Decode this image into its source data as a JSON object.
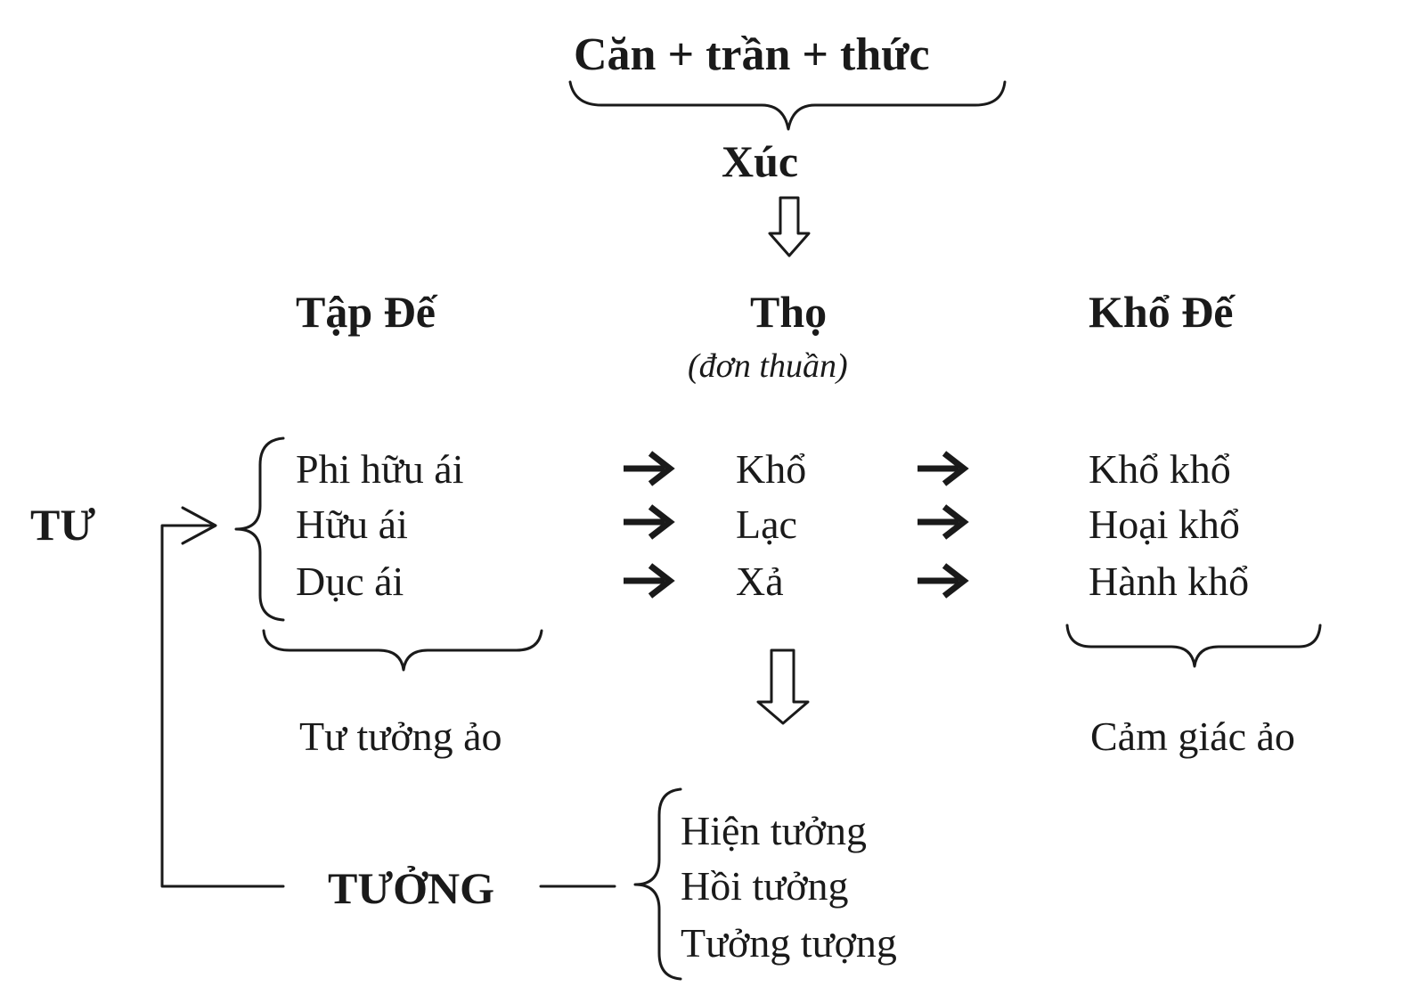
{
  "top": {
    "formula": "Căn + trần + thức",
    "contact": "Xúc"
  },
  "headers": {
    "left": "Tập Đế",
    "center": "Thọ",
    "center_note": "(đơn thuần)",
    "right": "Khổ Đế"
  },
  "left_label": "TƯ",
  "craving": [
    "Phi hữu ái",
    "Hữu ái",
    "Dục ái"
  ],
  "feeling": [
    "Khổ",
    "Lạc",
    "Xả"
  ],
  "suffering": [
    "Khổ khổ",
    "Hoại khổ",
    "Hành khổ"
  ],
  "summaries": {
    "left": "Tư tưởng ảo",
    "right": "Cảm giác ảo"
  },
  "perception": {
    "label": "TƯỞNG",
    "items": [
      "Hiện tưởng",
      "Hồi tưởng",
      "Tưởng tượng"
    ]
  },
  "colors": {
    "ink": "#1a1a1a",
    "background": "#ffffff"
  }
}
